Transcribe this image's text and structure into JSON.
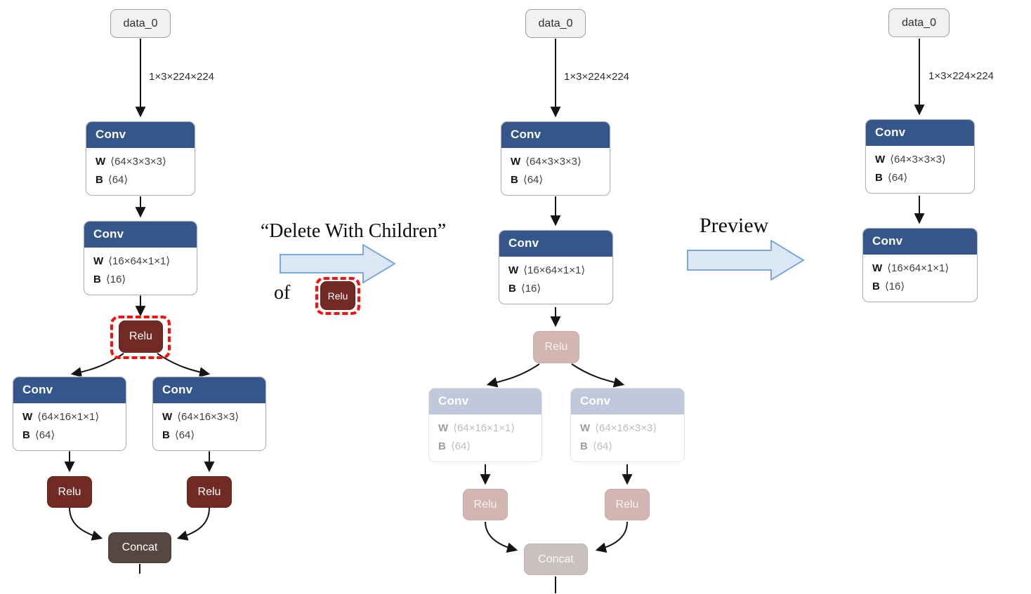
{
  "annotations": {
    "delete_with_children": "“Delete With Children”",
    "of": "of",
    "target_relu": "Relu",
    "preview": "Preview"
  },
  "colors": {
    "conv_header": "#35568a",
    "relu_node": "#712b24",
    "concat_node": "#584740",
    "faded_conv_header": "#c0c9db",
    "faded_relu_node": "#d3b6b2",
    "faded_concat_node": "#c9c1bd",
    "highlight_dashed": "#fb0f0c",
    "block_arrow_fill": "#dbe7f5",
    "block_arrow_stroke": "#7da7d9",
    "io_node_bg": "#f1f1f1"
  },
  "graphs": {
    "left": {
      "data_node": "data_0",
      "edge_label": "1×3×224×224",
      "conv1": {
        "title": "Conv",
        "w_key": "W",
        "w_val": "⟨64×3×3×3⟩",
        "b_key": "B",
        "b_val": "⟨64⟩"
      },
      "conv2": {
        "title": "Conv",
        "w_key": "W",
        "w_val": "⟨16×64×1×1⟩",
        "b_key": "B",
        "b_val": "⟨16⟩"
      },
      "relu_top": "Relu",
      "conv_branch_left": {
        "title": "Conv",
        "w_key": "W",
        "w_val": "⟨64×16×1×1⟩",
        "b_key": "B",
        "b_val": "⟨64⟩"
      },
      "conv_branch_right": {
        "title": "Conv",
        "w_key": "W",
        "w_val": "⟨64×16×3×3⟩",
        "b_key": "B",
        "b_val": "⟨64⟩"
      },
      "relu_left": "Relu",
      "relu_right": "Relu",
      "concat": "Concat"
    },
    "middle": {
      "data_node": "data_0",
      "edge_label": "1×3×224×224",
      "conv1": {
        "title": "Conv",
        "w_key": "W",
        "w_val": "⟨64×3×3×3⟩",
        "b_key": "B",
        "b_val": "⟨64⟩"
      },
      "conv2": {
        "title": "Conv",
        "w_key": "W",
        "w_val": "⟨16×64×1×1⟩",
        "b_key": "B",
        "b_val": "⟨16⟩"
      },
      "relu_top": "Relu",
      "conv_branch_left": {
        "title": "Conv",
        "w_key": "W",
        "w_val": "⟨64×16×1×1⟩",
        "b_key": "B",
        "b_val": "⟨64⟩"
      },
      "conv_branch_right": {
        "title": "Conv",
        "w_key": "W",
        "w_val": "⟨64×16×3×3⟩",
        "b_key": "B",
        "b_val": "⟨64⟩"
      },
      "relu_left": "Relu",
      "relu_right": "Relu",
      "concat": "Concat"
    },
    "right": {
      "data_node": "data_0",
      "edge_label": "1×3×224×224",
      "conv1": {
        "title": "Conv",
        "w_key": "W",
        "w_val": "⟨64×3×3×3⟩",
        "b_key": "B",
        "b_val": "⟨64⟩"
      },
      "conv2": {
        "title": "Conv",
        "w_key": "W",
        "w_val": "⟨16×64×1×1⟩",
        "b_key": "B",
        "b_val": "⟨16⟩"
      }
    }
  }
}
